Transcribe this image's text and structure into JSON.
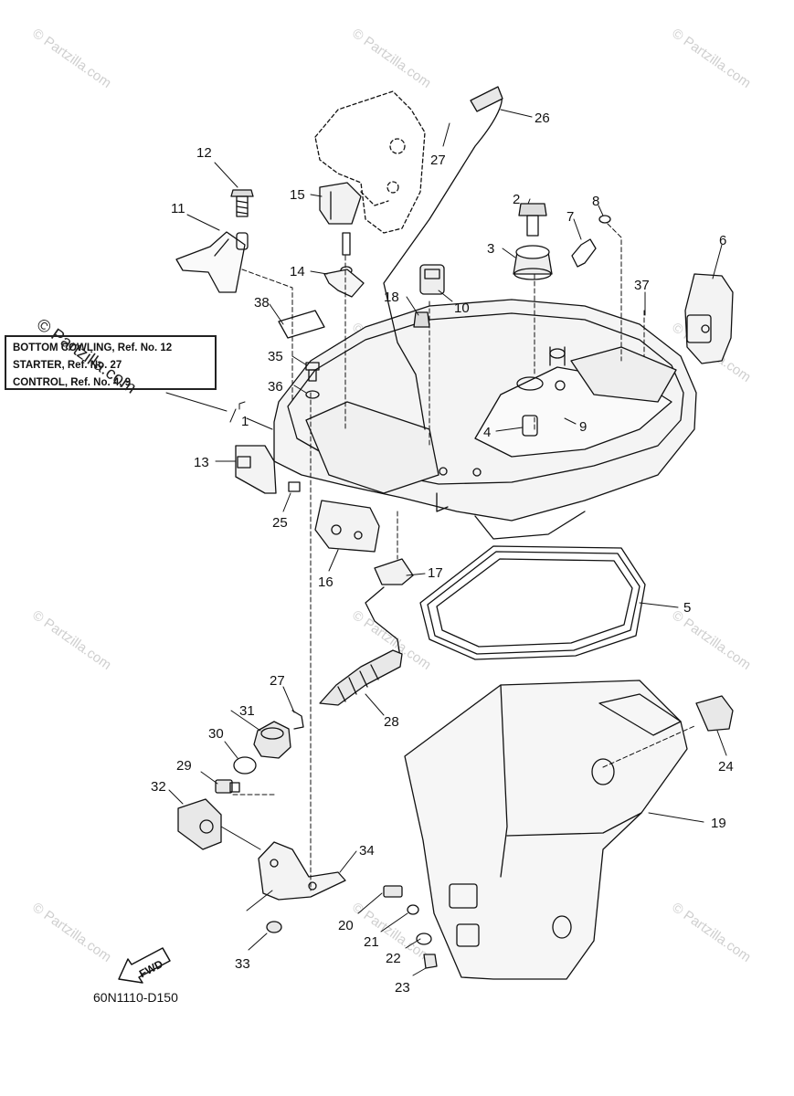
{
  "note": {
    "lines": [
      "BOTTOM COWLING, Ref. No. 12",
      "STARTER, Ref. No. 27",
      "CONTROL, Ref. No. 4, 9"
    ]
  },
  "diagram_code": "60N1110-D150",
  "fwd_label": "FWD",
  "watermark": "© Partzilla.com",
  "callouts": {
    "c1": "1",
    "c2": "2",
    "c3": "3",
    "c4": "4",
    "c5": "5",
    "c6": "6",
    "c7": "7",
    "c8": "8",
    "c9": "9",
    "c10": "10",
    "c11": "11",
    "c12": "12",
    "c13": "13",
    "c14": "14",
    "c15": "15",
    "c16": "16",
    "c17": "17",
    "c18": "18",
    "c19": "19",
    "c20": "20",
    "c21": "21",
    "c22": "22",
    "c23": "23",
    "c24": "24",
    "c25": "25",
    "c26": "26",
    "c27a": "27",
    "c27b": "27",
    "c28": "28",
    "c29": "29",
    "c30": "30",
    "c31": "31",
    "c32": "32",
    "c33": "33",
    "c34": "34",
    "c35": "35",
    "c36": "36",
    "c37": "37",
    "c38": "38"
  }
}
